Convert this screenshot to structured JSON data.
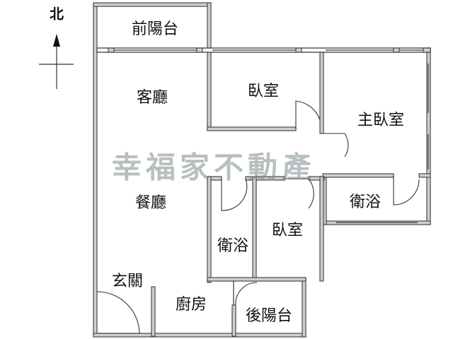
{
  "compass": {
    "label": "北",
    "icon": "north-arrow-icon"
  },
  "rooms": {
    "front_balcony": "前陽台",
    "living_room": "客廳",
    "bedroom_north": "臥室",
    "master_bedroom": "主臥室",
    "dining_room": "餐廳",
    "bathroom_east": "衛浴",
    "bathroom_center": "衛浴",
    "bedroom_center": "臥室",
    "entrance": "玄關",
    "kitchen": "廚房",
    "back_balcony": "後陽台"
  },
  "watermark": "幸福家不動產",
  "colors": {
    "wall": "#4a4a4a",
    "wall_fill": "#cfcfcf",
    "watermark": "#7f8c8d",
    "text": "#111111"
  }
}
